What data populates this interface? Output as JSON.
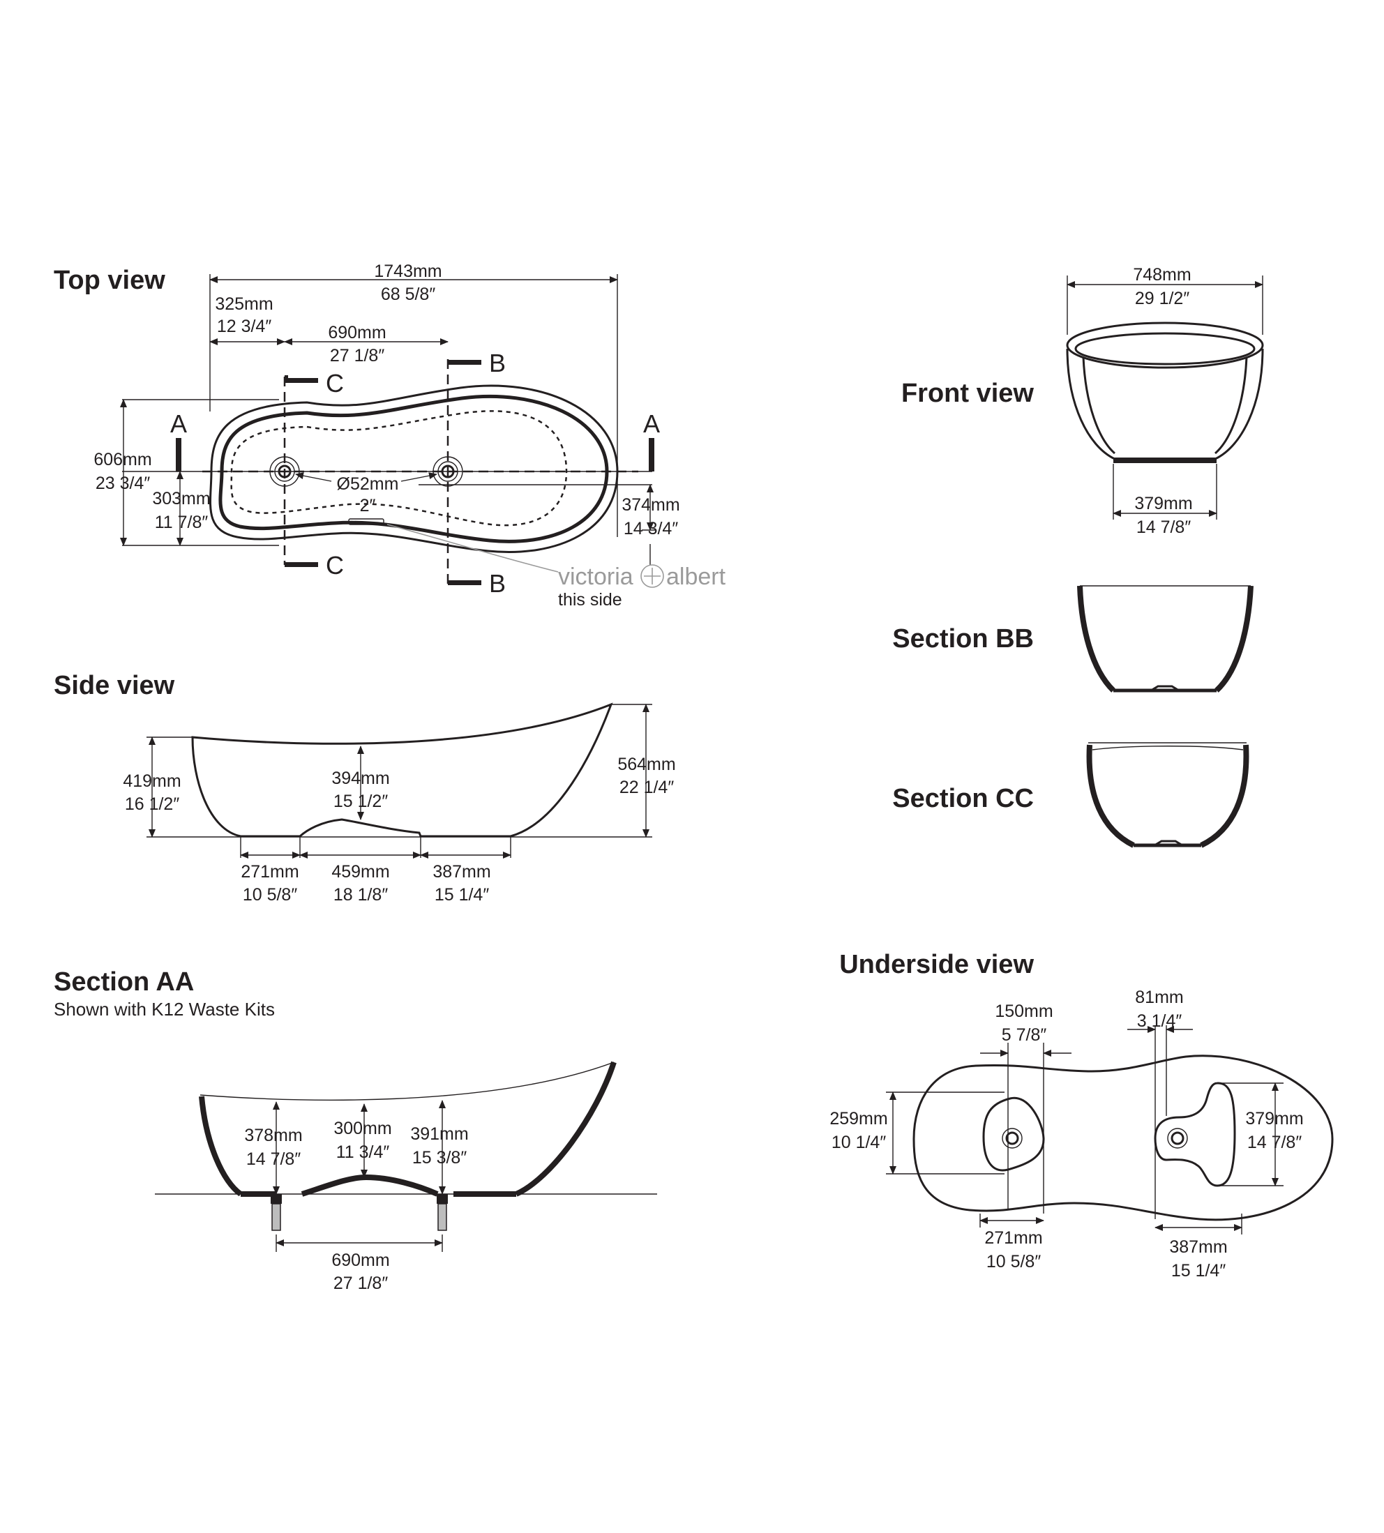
{
  "colors": {
    "ink": "#231f20",
    "background": "#ffffff",
    "brand_grey": "#9a9a9a"
  },
  "top_view": {
    "title": "Top view",
    "overall_length": {
      "mm": "1743mm",
      "in": "68 5/8″"
    },
    "waste_offset": {
      "mm": "325mm",
      "in": "12 3/4″"
    },
    "waste_spacing": {
      "mm": "690mm",
      "in": "27 1/8″"
    },
    "width": {
      "mm": "606mm",
      "in": "23 3/4″"
    },
    "half_width": {
      "mm": "303mm",
      "in": "11 7/8″"
    },
    "right_dim": {
      "mm": "374mm",
      "in": "14 3/4″"
    },
    "waste_dia": {
      "mm": "Ø52mm",
      "in": "2″"
    },
    "section_a": "A",
    "section_b": "B",
    "section_c": "C",
    "brand_left": "victoria",
    "brand_right": "albert",
    "brand_note": "this side"
  },
  "side_view": {
    "title": "Side view",
    "left_height": {
      "mm": "419mm",
      "in": "16 1/2″"
    },
    "center_depth": {
      "mm": "394mm",
      "in": "15 1/2″"
    },
    "right_height": {
      "mm": "564mm",
      "in": "22 1/4″"
    },
    "base_left": {
      "mm": "271mm",
      "in": "10 5/8″"
    },
    "base_mid": {
      "mm": "459mm",
      "in": "18 1/8″"
    },
    "base_right": {
      "mm": "387mm",
      "in": "15 1/4″"
    }
  },
  "section_aa": {
    "title": "Section AA",
    "subtitle": "Shown with K12 Waste Kits",
    "depth_left": {
      "mm": "378mm",
      "in": "14 7/8″"
    },
    "depth_mid": {
      "mm": "300mm",
      "in": "11 3/4″"
    },
    "depth_right": {
      "mm": "391mm",
      "in": "15 3/8″"
    },
    "waste_spacing": {
      "mm": "690mm",
      "in": "27 1/8″"
    }
  },
  "front_view": {
    "title": "Front view",
    "width": {
      "mm": "748mm",
      "in": "29 1/2″"
    },
    "base": {
      "mm": "379mm",
      "in": "14 7/8″"
    }
  },
  "section_bb": {
    "title": "Section BB"
  },
  "section_cc": {
    "title": "Section CC"
  },
  "underside_view": {
    "title": "Underside view",
    "left_pad_width": {
      "mm": "150mm",
      "in": "5 7/8″"
    },
    "right_offset": {
      "mm": "81mm",
      "in": "3 1/4″"
    },
    "left_pad_height": {
      "mm": "259mm",
      "in": "10 1/4″"
    },
    "right_pad_height": {
      "mm": "379mm",
      "in": "14 7/8″"
    },
    "left_base": {
      "mm": "271mm",
      "in": "10 5/8″"
    },
    "right_base": {
      "mm": "387mm",
      "in": "15 1/4″"
    }
  }
}
